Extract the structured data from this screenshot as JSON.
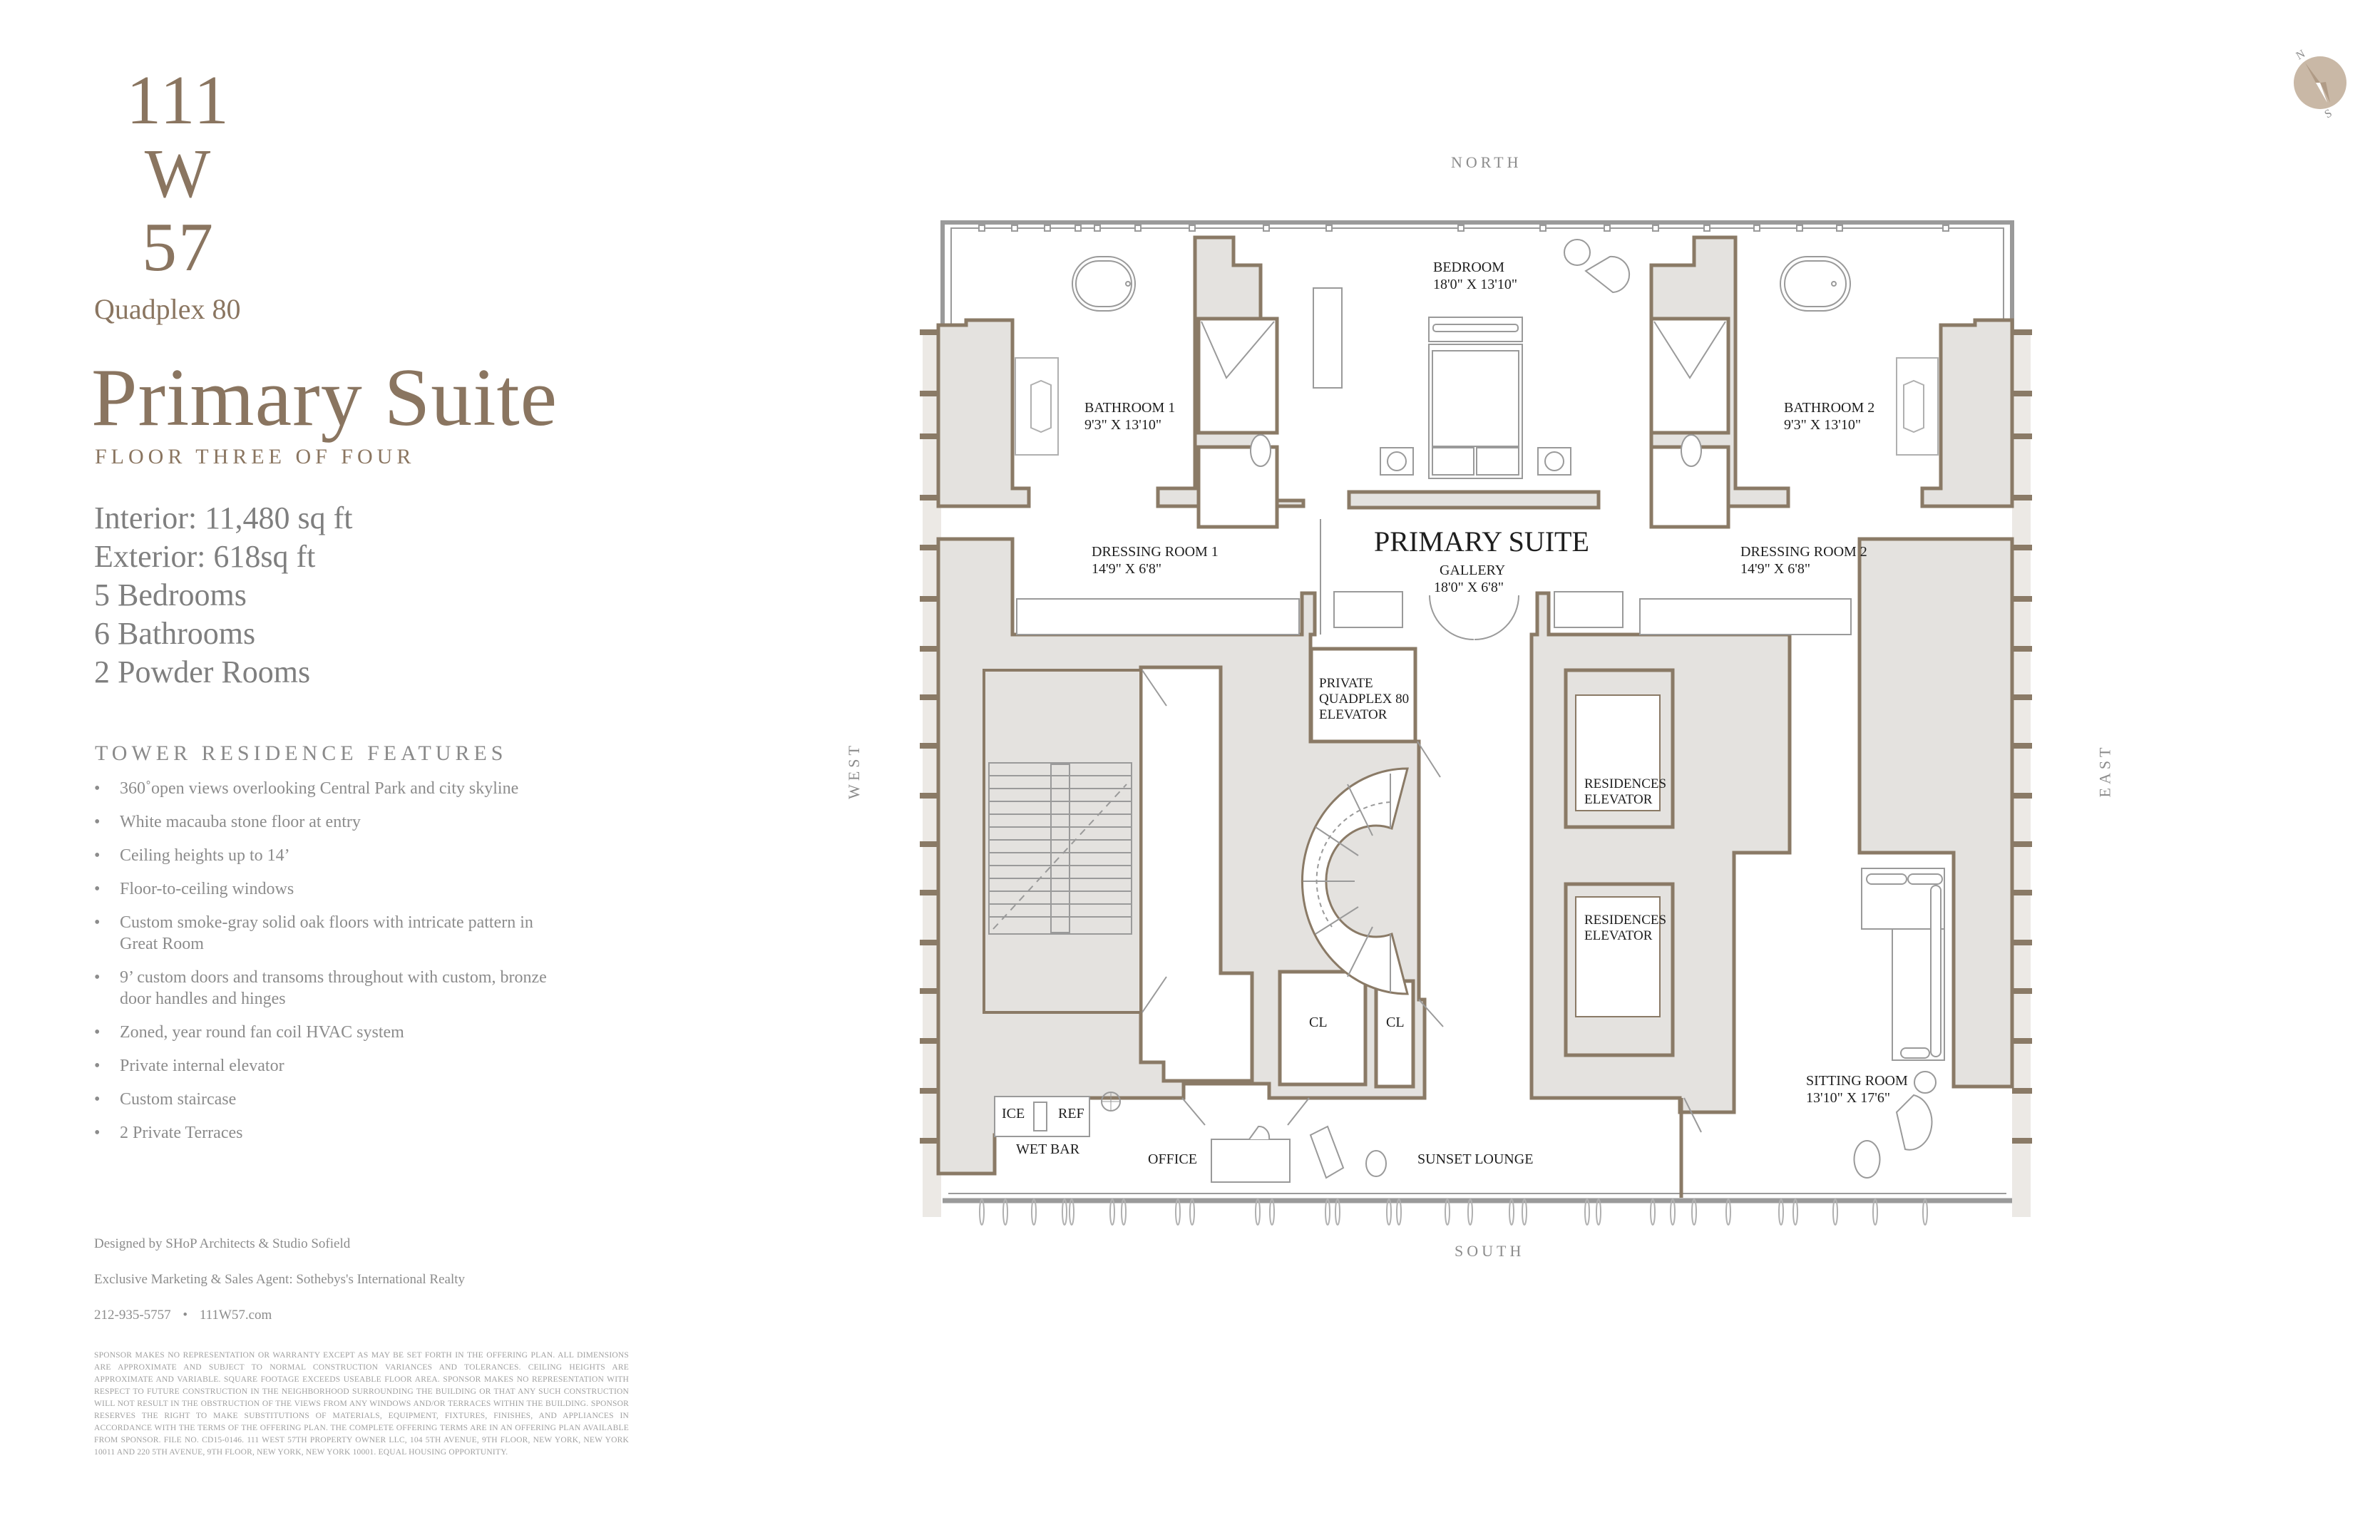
{
  "brand": {
    "line1": "111",
    "line2": "W",
    "line3": "57",
    "subtitle": "Quadplex 80"
  },
  "page": {
    "title": "Primary Suite",
    "floor_label": "FLOOR THREE OF FOUR"
  },
  "stats": [
    "Interior: 11,480 sq ft",
    "Exterior: 618sq ft",
    "5 Bedrooms",
    "6 Bathrooms",
    "2 Powder Rooms"
  ],
  "features": {
    "title": "TOWER RESIDENCE FEATURES",
    "bullet": "•",
    "items": [
      "360˚open views overlooking Central Park and city skyline",
      "White macauba stone floor at entry",
      "Ceiling heights up to 14’",
      "Floor-to-ceiling windows",
      "Custom smoke-gray solid oak floors with intricate pattern in Great Room",
      "9’ custom doors and transoms throughout with custom, bronze door handles and hinges",
      "Zoned, year round fan coil HVAC system",
      "Private internal elevator",
      "Custom staircase",
      "2 Private Terraces"
    ]
  },
  "credits": {
    "designer": "Designed by SHoP Architects & Studio Sofield",
    "agent": "Exclusive Marketing & Sales Agent: Sothebys's International Realty",
    "phone": "212-935-5757",
    "separator": "•",
    "website": "111W57.com"
  },
  "legal": "Sponsor makes no representation or warranty except as may be set forth in the offering plan. All dimensions are approximate and subject to normal construction variances and tolerances. Ceiling heights are approximate and variable. Square footage exceeds useable floor area. Sponsor makes no representation with respect to future construction in the neighborhood surrounding the building or that any such construction will not result in the obstruction of the views from any windows and/or terraces within the building. Sponsor reserves the right to make substitutions of materials, equipment, fixtures, finishes, and appliances in accordance with the terms of the offering plan. The complete offering terms are in an offering plan available from sponsor. File No. CD15-0146. 111 West 57th Property Owner LLC, 104 5th Avenue, 9th Floor, New York, New York 10011 and 220 5th Avenue, 9th Floor, New York, New York 10001. Equal Housing Opportunity.",
  "compass": {
    "north": "N",
    "south": "S",
    "icon": "compass-icon"
  },
  "directions": {
    "north": "NORTH",
    "south": "SOUTH",
    "west": "WEST",
    "east": "EAST"
  },
  "floorplan": {
    "title": "PRIMARY SUITE",
    "rooms": {
      "bedroom": {
        "name": "BEDROOM",
        "size": "18'0\" X 13'10\""
      },
      "bathroom1": {
        "name": "BATHROOM 1",
        "size": "9'3\" X 13'10\""
      },
      "bathroom2": {
        "name": "BATHROOM 2",
        "size": "9'3\" X 13'10\""
      },
      "dressing1": {
        "name": "DRESSING ROOM 1",
        "size": "14'9\" X 6'8\""
      },
      "dressing2": {
        "name": "DRESSING ROOM 2",
        "size": "14'9\" X 6'8\""
      },
      "gallery": {
        "name": "GALLERY",
        "size": "18'0\" X 6'8\""
      },
      "private_elevator": {
        "line1": "PRIVATE",
        "line2": "QUADPLEX 80",
        "line3": "ELEVATOR"
      },
      "res_elevator1": {
        "line1": "RESIDENCES",
        "line2": "ELEVATOR"
      },
      "res_elevator2": {
        "line1": "RESIDENCES",
        "line2": "ELEVATOR"
      },
      "closet1": {
        "name": "CL"
      },
      "closet2": {
        "name": "CL"
      },
      "ice": {
        "name": "ICE"
      },
      "ref": {
        "name": "REF"
      },
      "wet_bar": {
        "name": "WET BAR"
      },
      "office": {
        "name": "OFFICE"
      },
      "sunset_lounge": {
        "name": "SUNSET LOUNGE"
      },
      "sitting_room": {
        "name": "SITTING ROOM",
        "size": "13'10\" X 17'6\""
      }
    }
  },
  "colors": {
    "brand": "#8a7560",
    "wall_fill": "#e4e2df",
    "wall_stroke": "#8a7a66",
    "frame": "#9a9a9a",
    "text_gray": "#8c8c8c"
  }
}
